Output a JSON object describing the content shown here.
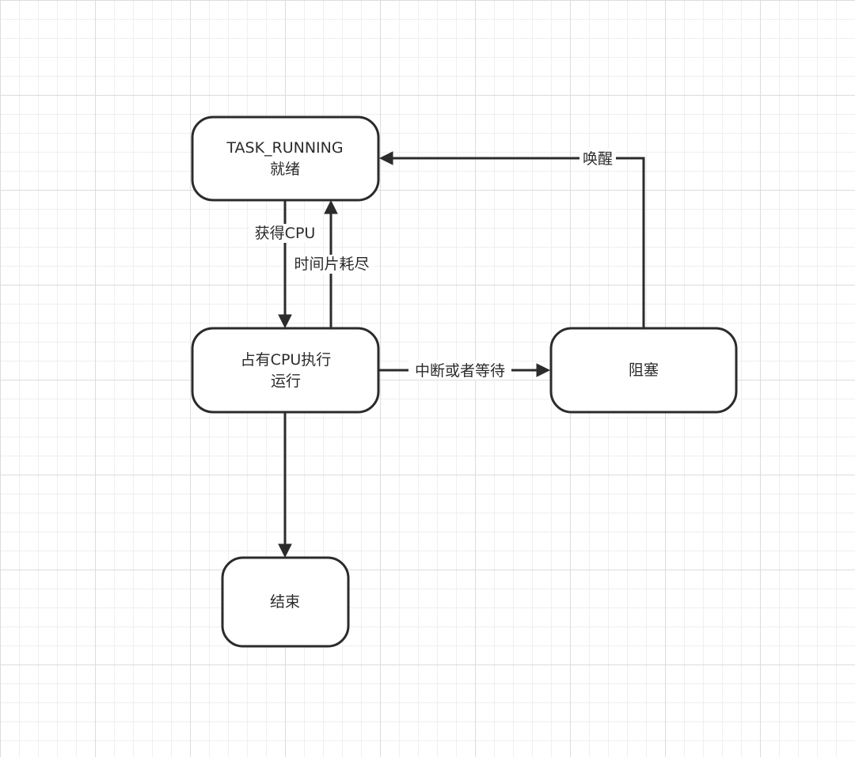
{
  "nodes": {
    "ready": {
      "line1": "TASK_RUNNING",
      "line2": "就绪"
    },
    "running": {
      "line1": "占有CPU执行",
      "line2": "运行"
    },
    "blocked": {
      "label": "阻塞"
    },
    "end": {
      "label": "结束"
    }
  },
  "edges": {
    "get_cpu": "获得CPU",
    "timeslice": "时间片耗尽",
    "interrupt_wait": "中断或者等待",
    "wake_up": "唤醒"
  }
}
